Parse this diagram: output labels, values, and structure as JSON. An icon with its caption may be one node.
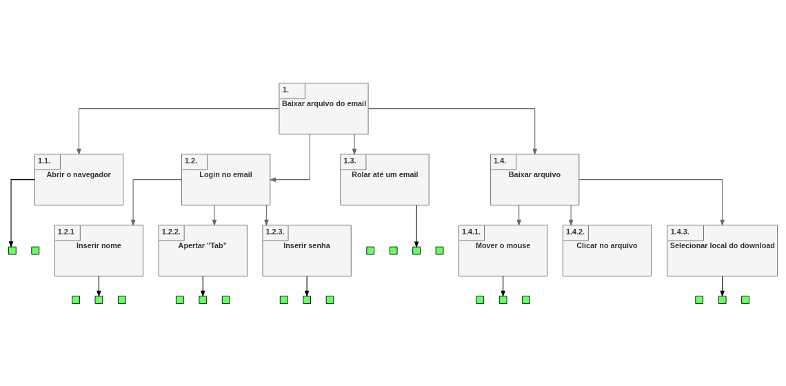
{
  "diagram": {
    "nodes": [
      {
        "text": [
          "1.",
          "Baixar arquivo do email"
        ]
      },
      {
        "text": [
          "1.1.",
          "Abrir o navegador"
        ]
      },
      {
        "text": [
          "1.2.",
          "Login no email"
        ]
      },
      {
        "text": [
          "1.3.",
          "Rolar até um email"
        ]
      },
      {
        "text": [
          "1.4.",
          "Baixar arquivo"
        ]
      },
      {
        "text": [],
        "shape": "box"
      },
      {
        "text": [],
        "shape": "box"
      },
      {
        "text": [],
        "shape": "box"
      },
      {
        "text": [],
        "shape": "box"
      },
      {
        "text": [],
        "shape": "box"
      },
      {
        "text": [],
        "shape": "box"
      },
      {
        "text": [
          "1.2.1",
          "Inserir nome"
        ]
      },
      {
        "text": [
          "1.2.2.",
          "Apertar \"Tab\""
        ]
      },
      {
        "text": [
          "1.2.3.",
          "Inserir senha"
        ]
      },
      {
        "text": [
          "1.4.1.",
          "Mover o mouse"
        ]
      },
      {
        "text": [
          "1.4.2.",
          "Clicar no arquivo"
        ]
      },
      {
        "text": [
          "1.4.3.",
          "Selecionar local do download"
        ]
      },
      {
        "text": [],
        "shape": "box"
      },
      {
        "text": [],
        "shape": "box"
      },
      {
        "text": [],
        "shape": "box"
      },
      {
        "text": [],
        "shape": "box"
      },
      {
        "text": [],
        "shape": "box"
      },
      {
        "text": [],
        "shape": "box"
      },
      {
        "text": [],
        "shape": "box"
      },
      {
        "text": [],
        "shape": "box"
      },
      {
        "text": [],
        "shape": "box"
      },
      {
        "text": [],
        "shape": "box"
      },
      {
        "text": [],
        "shape": "box"
      },
      {
        "text": [],
        "shape": "box"
      },
      {
        "text": [],
        "shape": "box"
      },
      {
        "text": [],
        "shape": "box"
      },
      {
        "text": [],
        "shape": "box"
      }
    ],
    "edges": [
      {
        "from": 0,
        "to": 1,
        "arrow": "to"
      },
      {
        "from": 0,
        "to": 2,
        "arrow": "to"
      },
      {
        "from": 0,
        "to": 3,
        "arrow": "to"
      },
      {
        "from": 0,
        "to": 4,
        "arrow": "to"
      },
      {
        "from": 1,
        "to": 6,
        "arrow": "to",
        "color": "#000000"
      },
      {
        "from": 3,
        "to": 9,
        "arrow": "to",
        "color": "#000000"
      },
      {
        "from": 2,
        "to": 11,
        "arrow": "to"
      },
      {
        "from": 2,
        "to": 12,
        "arrow": "to"
      },
      {
        "from": 2,
        "to": 13,
        "arrow": "to"
      },
      {
        "from": 4,
        "to": 14,
        "arrow": "to"
      },
      {
        "from": 4,
        "to": 15,
        "arrow": "to"
      },
      {
        "from": 4,
        "to": 16,
        "arrow": "to"
      },
      {
        "from": 11,
        "to": 18,
        "arrow": "to",
        "color": "#000000"
      },
      {
        "from": 12,
        "to": 21,
        "arrow": "to",
        "color": "#000000"
      },
      {
        "from": 13,
        "to": 24,
        "arrow": "to",
        "color": "#000000"
      },
      {
        "from": 14,
        "to": 27,
        "arrow": "to",
        "color": "#000000"
      },
      {
        "from": 16,
        "to": 30,
        "arrow": "to",
        "color": "#000000"
      }
    ]
  }
}
